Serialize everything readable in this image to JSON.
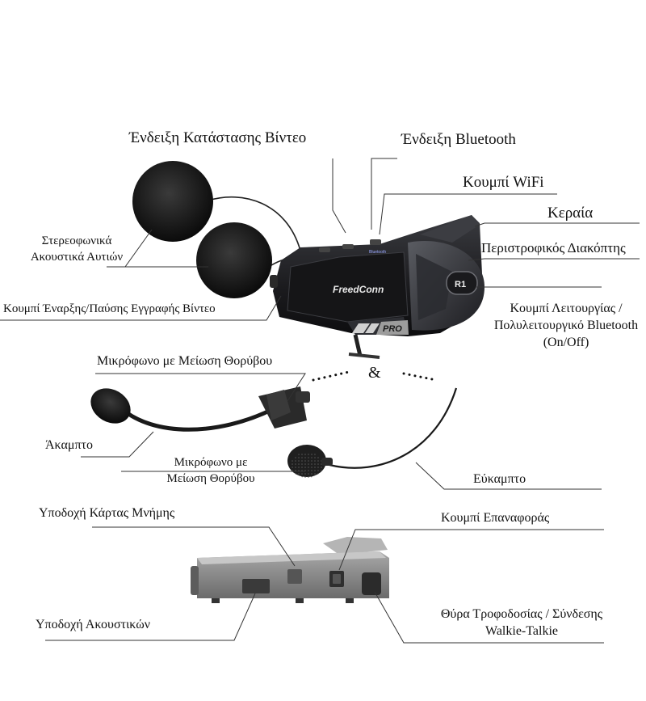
{
  "labels": {
    "video_status": "Ένδειξη Κατάστασης Βίντεο",
    "bluetooth_indicator": "Ένδειξη Bluetooth",
    "wifi_button": "Κουμπί WiFi",
    "antenna": "Κεραία",
    "rotary_switch": "Περιστροφικός Διακόπτης",
    "function_button": "Κουμπί Λειτουργίας /\nΠολυλειτουργικό Bluetooth\n(On/Off)",
    "stereo_speakers": "Στερεοφωνικά\nΑκουστικά Αυτιών",
    "record_button": "Κουμπί Έναρξης/Παύσης Εγγραφής Βίντεο",
    "boom_mic": "Μικρόφωνο με Μείωση Θορύβου",
    "rigid": "Άκαμπτο",
    "wired_mic": "Μικρόφωνο με\nΜείωση Θορύβου",
    "flexible": "Εύκαμπτο",
    "card_slot": "Υποδοχή Κάρτας Μνήμης",
    "reset_button": "Κουμπί Επαναφοράς",
    "headphone_jack": "Υποδοχή Ακουστικών",
    "power_port": "Θύρα Τροφοδοσίας / Σύνδεσης\nWalkie-Talkie"
  },
  "device": {
    "brand": "FreedConn",
    "model": "PRO",
    "knob_label": "R1",
    "bt_text": "Bluetooth",
    "ampersand": "&"
  },
  "colors": {
    "line": "#333333",
    "body": "#1c1c1e",
    "bottom_case": "#8a8a8a"
  }
}
